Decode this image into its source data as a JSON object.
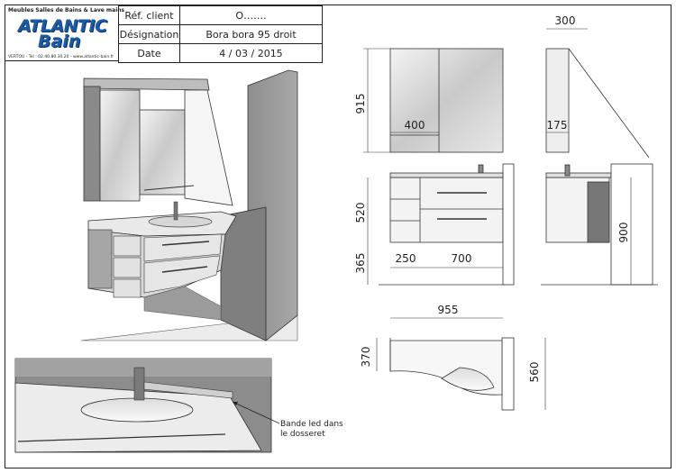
{
  "logo": {
    "tagline": "Meubles Salles de Bains & Lave mains",
    "brand_line1": "ATLANTIC",
    "brand_line2": "Bain",
    "contact": "VERTOU - Tel : 02.40.80.30.20 - www.atlantic-bain.fr"
  },
  "title_block": {
    "rows": [
      {
        "label": "Réf. client",
        "value": "O……."
      },
      {
        "label": "Désignation",
        "value": "Bora bora 95 droit"
      },
      {
        "label": "Date",
        "value": "4 / 03 / 2015"
      }
    ]
  },
  "callout": {
    "line1": "Bande led dans",
    "line2": "le dosseret"
  },
  "dimensions": {
    "mirror_height": "915",
    "mirror_depth": "300",
    "mirror_left_width": "400",
    "mirror_shelf_depth": "175",
    "vanity_height": "520",
    "floor_height": "365",
    "total_height": "900",
    "drawer_width": "250",
    "cabinet_width": "700",
    "total_width": "955",
    "depth_left": "370",
    "depth_right": "560"
  }
}
